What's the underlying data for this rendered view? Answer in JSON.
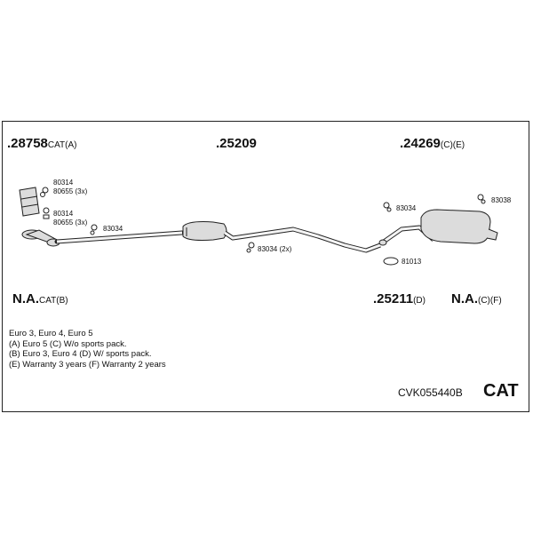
{
  "parts": {
    "p1": {
      "prefix": ".",
      "code": "28758",
      "suffix": "CAT(A)"
    },
    "p2": {
      "prefix": ".",
      "code": "25209",
      "suffix": ""
    },
    "p3": {
      "prefix": ".",
      "code": "24269",
      "suffix": "(C)(E)"
    },
    "p4": {
      "code": "N.A.",
      "suffix": "CAT(B)"
    },
    "p5": {
      "prefix": ".",
      "code": "25211",
      "suffix": "(D)"
    },
    "p6": {
      "code": "N.A.",
      "suffix": "(C)(F)"
    }
  },
  "hardware": {
    "h1": "80314",
    "h2": "80655 (3x)",
    "h3": "80314",
    "h4": "80655 (3x)",
    "h5": "83034",
    "h6": "83034 (2x)",
    "h7": "83034",
    "h8": "83038",
    "h9": "81013"
  },
  "notes": [
    "Euro 3, Euro 4, Euro 5",
    "(A) Euro 5 (C) W/o sports pack.",
    "(B) Euro 3, Euro 4 (D) W/ sports pack.",
    "(E) Warranty 3 years (F) Warranty 2 years"
  ],
  "footer": {
    "kit_code": "CVK055440B",
    "type_label": "CAT"
  },
  "colors": {
    "line": "#222222",
    "fill": "#dcdcdc"
  }
}
